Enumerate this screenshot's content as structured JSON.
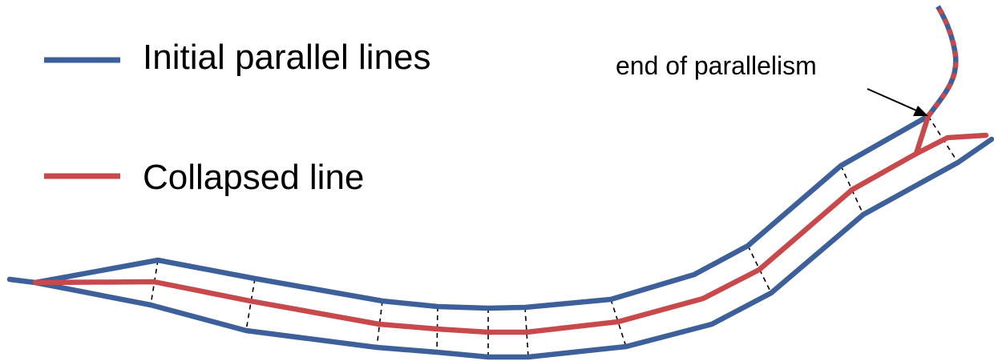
{
  "legend": [
    {
      "label": "Initial parallel lines",
      "color": "#3d5f9a"
    },
    {
      "label": "Collapsed line",
      "color": "#c8494b"
    }
  ],
  "annotation": {
    "label": "end of parallelism"
  },
  "colors": {
    "parallel": "#3d5f9a",
    "collapsed": "#c8494b",
    "connector": "#000000",
    "background": "#ffffff"
  }
}
